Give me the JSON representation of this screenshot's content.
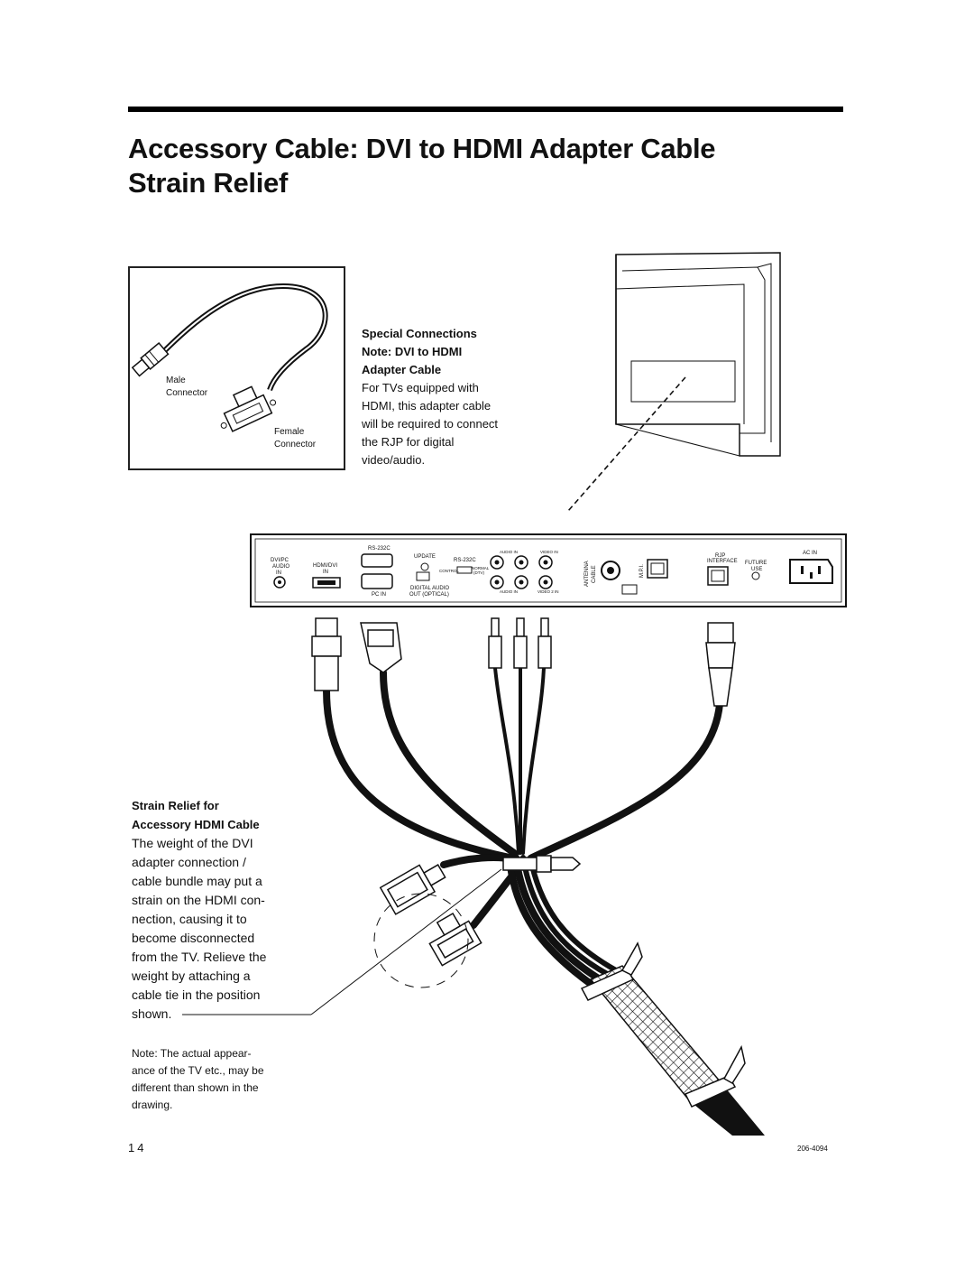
{
  "header": {
    "title_line1": "Accessory Cable: DVI to HDMI Adapter Cable",
    "title_line2": "Strain Relief"
  },
  "inset": {
    "male_label_1": "Male",
    "male_label_2": "Connector",
    "female_label_1": "Female",
    "female_label_2": "Connector"
  },
  "special": {
    "heading_1": "Special Connections",
    "heading_2": "Note: DVI to HDMI",
    "heading_3": "Adapter Cable",
    "body": [
      "For TVs equipped with",
      "HDMI, this adapter cable",
      "will be required to connect",
      "the RJP for digital",
      "video/audio."
    ]
  },
  "panel": {
    "rs232c_top": "RS-232C",
    "dvi_audio": [
      "DVI/PC",
      "AUDIO",
      "IN"
    ],
    "hdmi_dvi": [
      "HDMI/DVI",
      "IN"
    ],
    "pc_in": "PC IN",
    "update": "UPDATE",
    "rs232c": "RS-232C",
    "control": "CONTROL",
    "normal": "NORMAL",
    "dtv": "(DTV)",
    "digital_audio": [
      "DIGITAL AUDIO",
      "OUT (OPTICAL)"
    ],
    "audio_in": "AUDIO IN",
    "video_in": "VIDEO IN",
    "audio_in2": "AUDIO IN",
    "video2_in": "VIDEO 2 IN",
    "antenna": "ANTENNA",
    "cable": "CABLE",
    "mpi": "M.P.I.",
    "rjp": "RJP",
    "rjp_interface": "INTERFACE",
    "future": "FUTURE",
    "use": "USE",
    "ac_in": "AC IN"
  },
  "strain": {
    "heading_1": "Strain Relief for",
    "heading_2": "Accessory HDMI Cable",
    "body": [
      "The weight of the DVI",
      "adapter connection /",
      "cable bundle may put a",
      "strain on the HDMI con-",
      "nection, causing it to",
      "become disconnected",
      "from the TV. Relieve the",
      "weight by attaching a",
      "cable tie in the position",
      "shown."
    ]
  },
  "note": {
    "lines": [
      "Note: The actual appear-",
      "ance of the TV etc., may be",
      "different than shown in the",
      "drawing."
    ]
  },
  "footer": {
    "page_number": "14",
    "doc_number": "206-4094"
  }
}
